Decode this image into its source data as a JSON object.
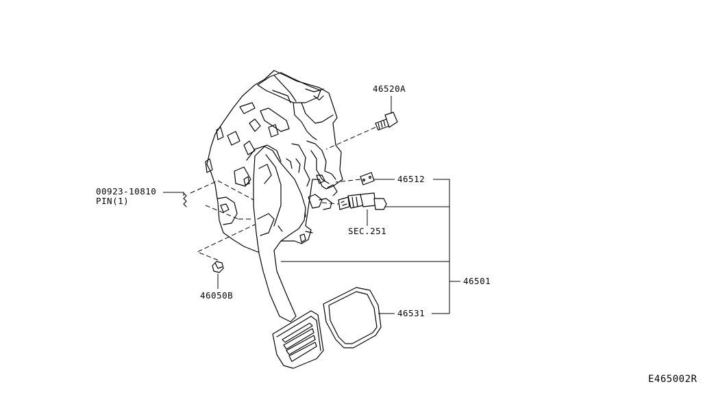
{
  "labels": {
    "bolt": "46520A",
    "pin_part": "00923-10810",
    "pin_desc": "PIN(1)",
    "nut": "46050B",
    "clip": "46512",
    "switch_sec": "SEC.251",
    "assembly": "46501",
    "pad": "46531",
    "diagram_code": "E465002R"
  }
}
